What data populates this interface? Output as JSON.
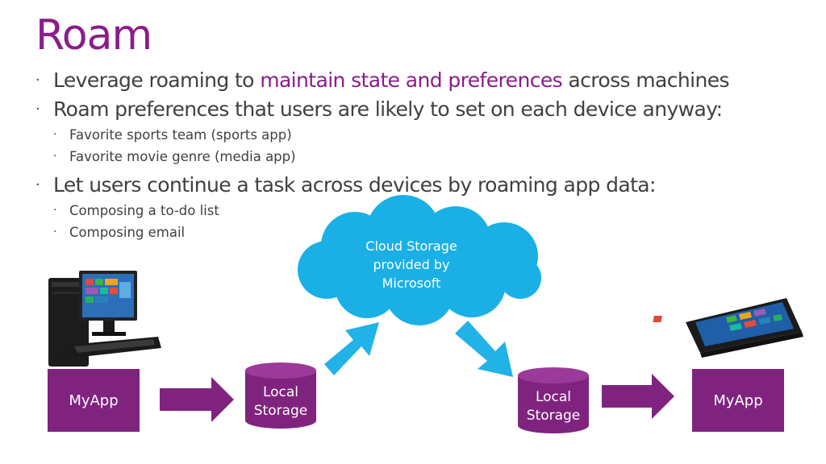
{
  "slide": {
    "title": "Roam",
    "bullets": {
      "b1_pre": "Leverage roaming to ",
      "b1_highlight": "maintain state and preferences",
      "b1_post": " across machines",
      "b2": "Roam preferences that users are likely to set on each device anyway:",
      "b2_sub1": "Favorite sports team (sports app)",
      "b2_sub2": "Favorite movie genre (media app)",
      "b3": "Let users continue a task across devices by roaming app data:",
      "b3_sub1": "Composing a to-do list",
      "b3_sub2": "Composing email",
      "bullet_glyph": "·"
    }
  },
  "diagram": {
    "left_app": "MyApp",
    "left_storage": [
      "Local",
      "Storage"
    ],
    "cloud": [
      "Cloud Storage",
      "provided by",
      "Microsoft"
    ],
    "right_storage": [
      "Local",
      "Storage"
    ],
    "right_app": "MyApp"
  },
  "colors": {
    "accent_purple": "#80237f",
    "cloud_blue": "#1ab0e6",
    "arrow_blue": "#21b2e8",
    "text": "#404040"
  },
  "icons": {
    "left_device": "desktop-pc-icon",
    "right_device": "tablet-icon"
  }
}
